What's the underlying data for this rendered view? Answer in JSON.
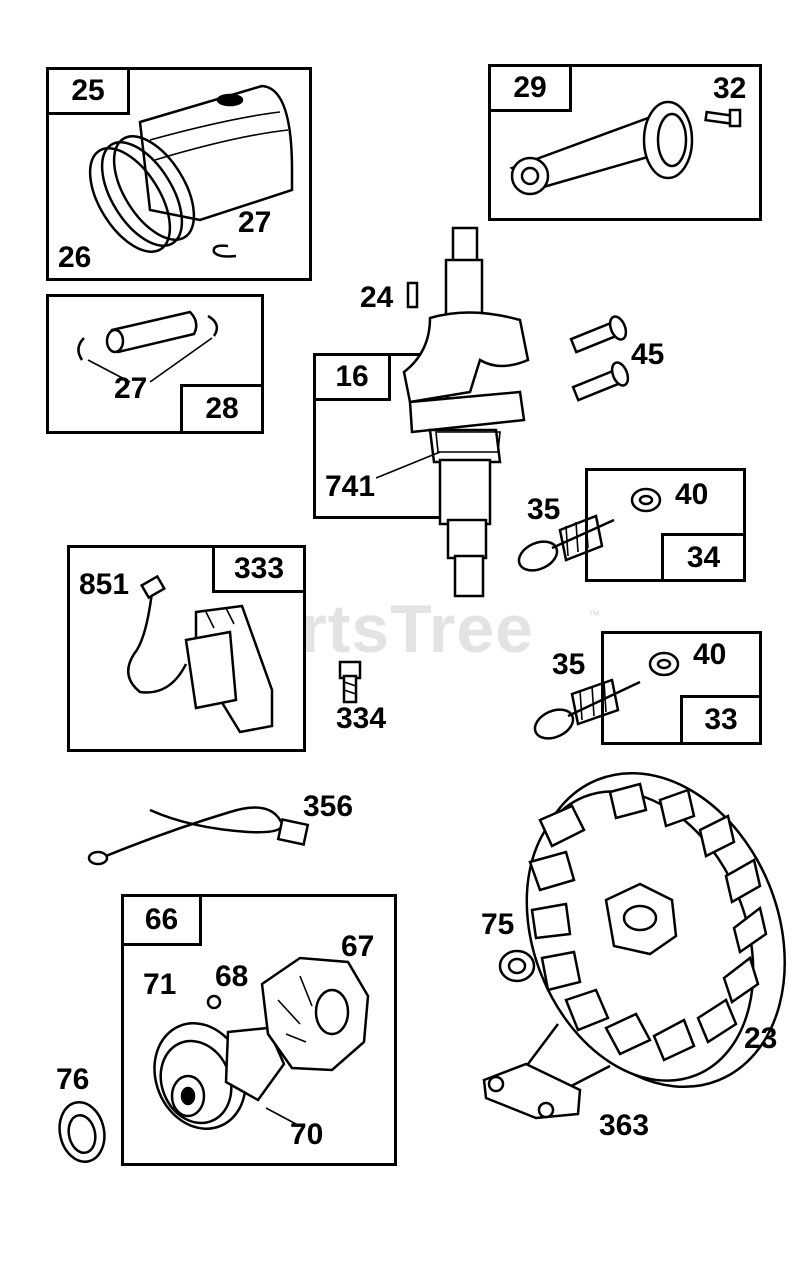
{
  "watermark": {
    "text": "PartsTree",
    "trademark": "™"
  },
  "boxes": {
    "b25": "25",
    "b29": "29",
    "b28": "28",
    "b16": "16",
    "b34": "34",
    "b333": "333",
    "b33": "33",
    "b66": "66"
  },
  "labels": {
    "l26": "26",
    "l27a": "27",
    "l32": "32",
    "l24": "24",
    "l27b": "27",
    "l45": "45",
    "l741": "741",
    "l35a": "35",
    "l40a": "40",
    "l851": "851",
    "l334": "334",
    "l35b": "35",
    "l40b": "40",
    "l356": "356",
    "l75": "75",
    "l67": "67",
    "l68": "68",
    "l71": "71",
    "l23": "23",
    "l76": "76",
    "l70": "70",
    "l363": "363"
  }
}
